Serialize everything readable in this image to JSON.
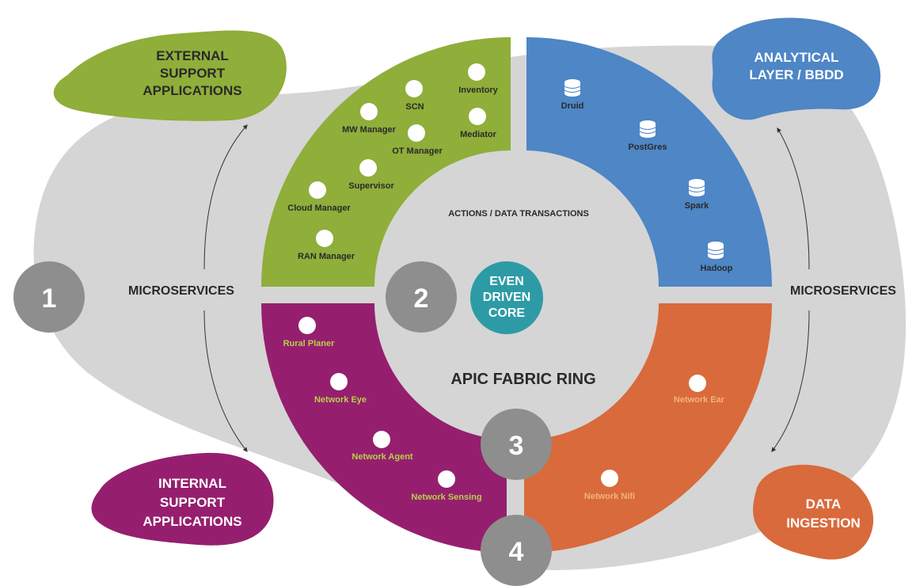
{
  "blobs": {
    "external": [
      "EXTERNAL",
      "SUPPORT",
      "APPLICATIONS"
    ],
    "internal": [
      "INTERNAL",
      "SUPPORT",
      "APPLICATIONS"
    ],
    "analytical": [
      "ANALYTICAL",
      "LAYER / BBDD"
    ],
    "ingestion": [
      "DATA",
      "INGESTION"
    ]
  },
  "microservices_left": "MICROSERVICES",
  "microservices_right": "MICROSERVICES",
  "ring_label": "APIC FABRIC RING",
  "actions_label": "ACTIONS / DATA TRANSACTIONS",
  "core": [
    "EVEN",
    "DRIVEN",
    "CORE"
  ],
  "numbers": [
    "1",
    "2",
    "3",
    "4"
  ],
  "green_nodes": [
    "Inventory",
    "SCN",
    "MW Manager",
    "Mediator",
    "OT Manager",
    "Supervisor",
    "Cloud Manager",
    "RAN Manager"
  ],
  "blue_nodes": [
    "Druid",
    "PostGres",
    "Spark",
    "Hadoop"
  ],
  "purple_nodes": [
    "Rural Planer",
    "Network Eye",
    "Network Agent",
    "Network Sensing"
  ],
  "orange_nodes": [
    "Network Ear",
    "Network Nifi"
  ],
  "colors": {
    "green": "#8fae3a",
    "blue": "#4e86c6",
    "purple": "#951f6e",
    "orange": "#d96a3b",
    "teal": "#2d9ba6",
    "grey_bg": "#d5d5d5",
    "grey_num": "#8e8e8e"
  }
}
